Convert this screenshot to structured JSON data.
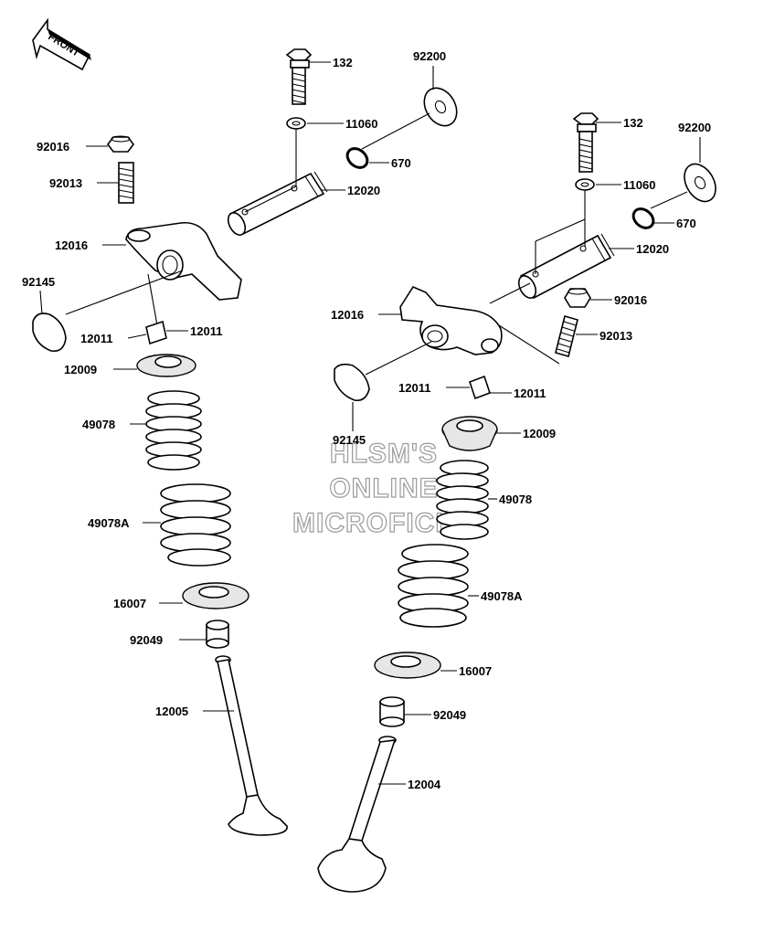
{
  "orientation_marker": "FRONT",
  "watermark": [
    "HLSM'S",
    "ONLINE",
    "MICROFICHE"
  ],
  "callouts": {
    "l_132": "132",
    "l_11060": "11060",
    "l_92200": "92200",
    "l_670": "670",
    "l_12020": "12020",
    "l_92016": "92016",
    "l_92013": "92013",
    "l_12016": "12016",
    "l_92145": "92145",
    "l_12011a": "12011",
    "l_12011b": "12011",
    "l_12009": "12009",
    "l_49078": "49078",
    "l_49078A": "49078A",
    "l_16007": "16007",
    "l_92049": "92049",
    "l_12005": "12005",
    "r_132": "132",
    "r_92200": "92200",
    "r_11060": "11060",
    "r_670": "670",
    "r_12020": "12020",
    "r_92016": "92016",
    "r_12016": "12016",
    "r_92013": "92013",
    "r_12011a": "12011",
    "r_12011b": "12011",
    "r_92145": "92145",
    "r_12009": "12009",
    "r_49078": "49078",
    "r_49078A": "49078A",
    "r_16007": "16007",
    "r_92049": "92049",
    "r_12004": "12004"
  }
}
